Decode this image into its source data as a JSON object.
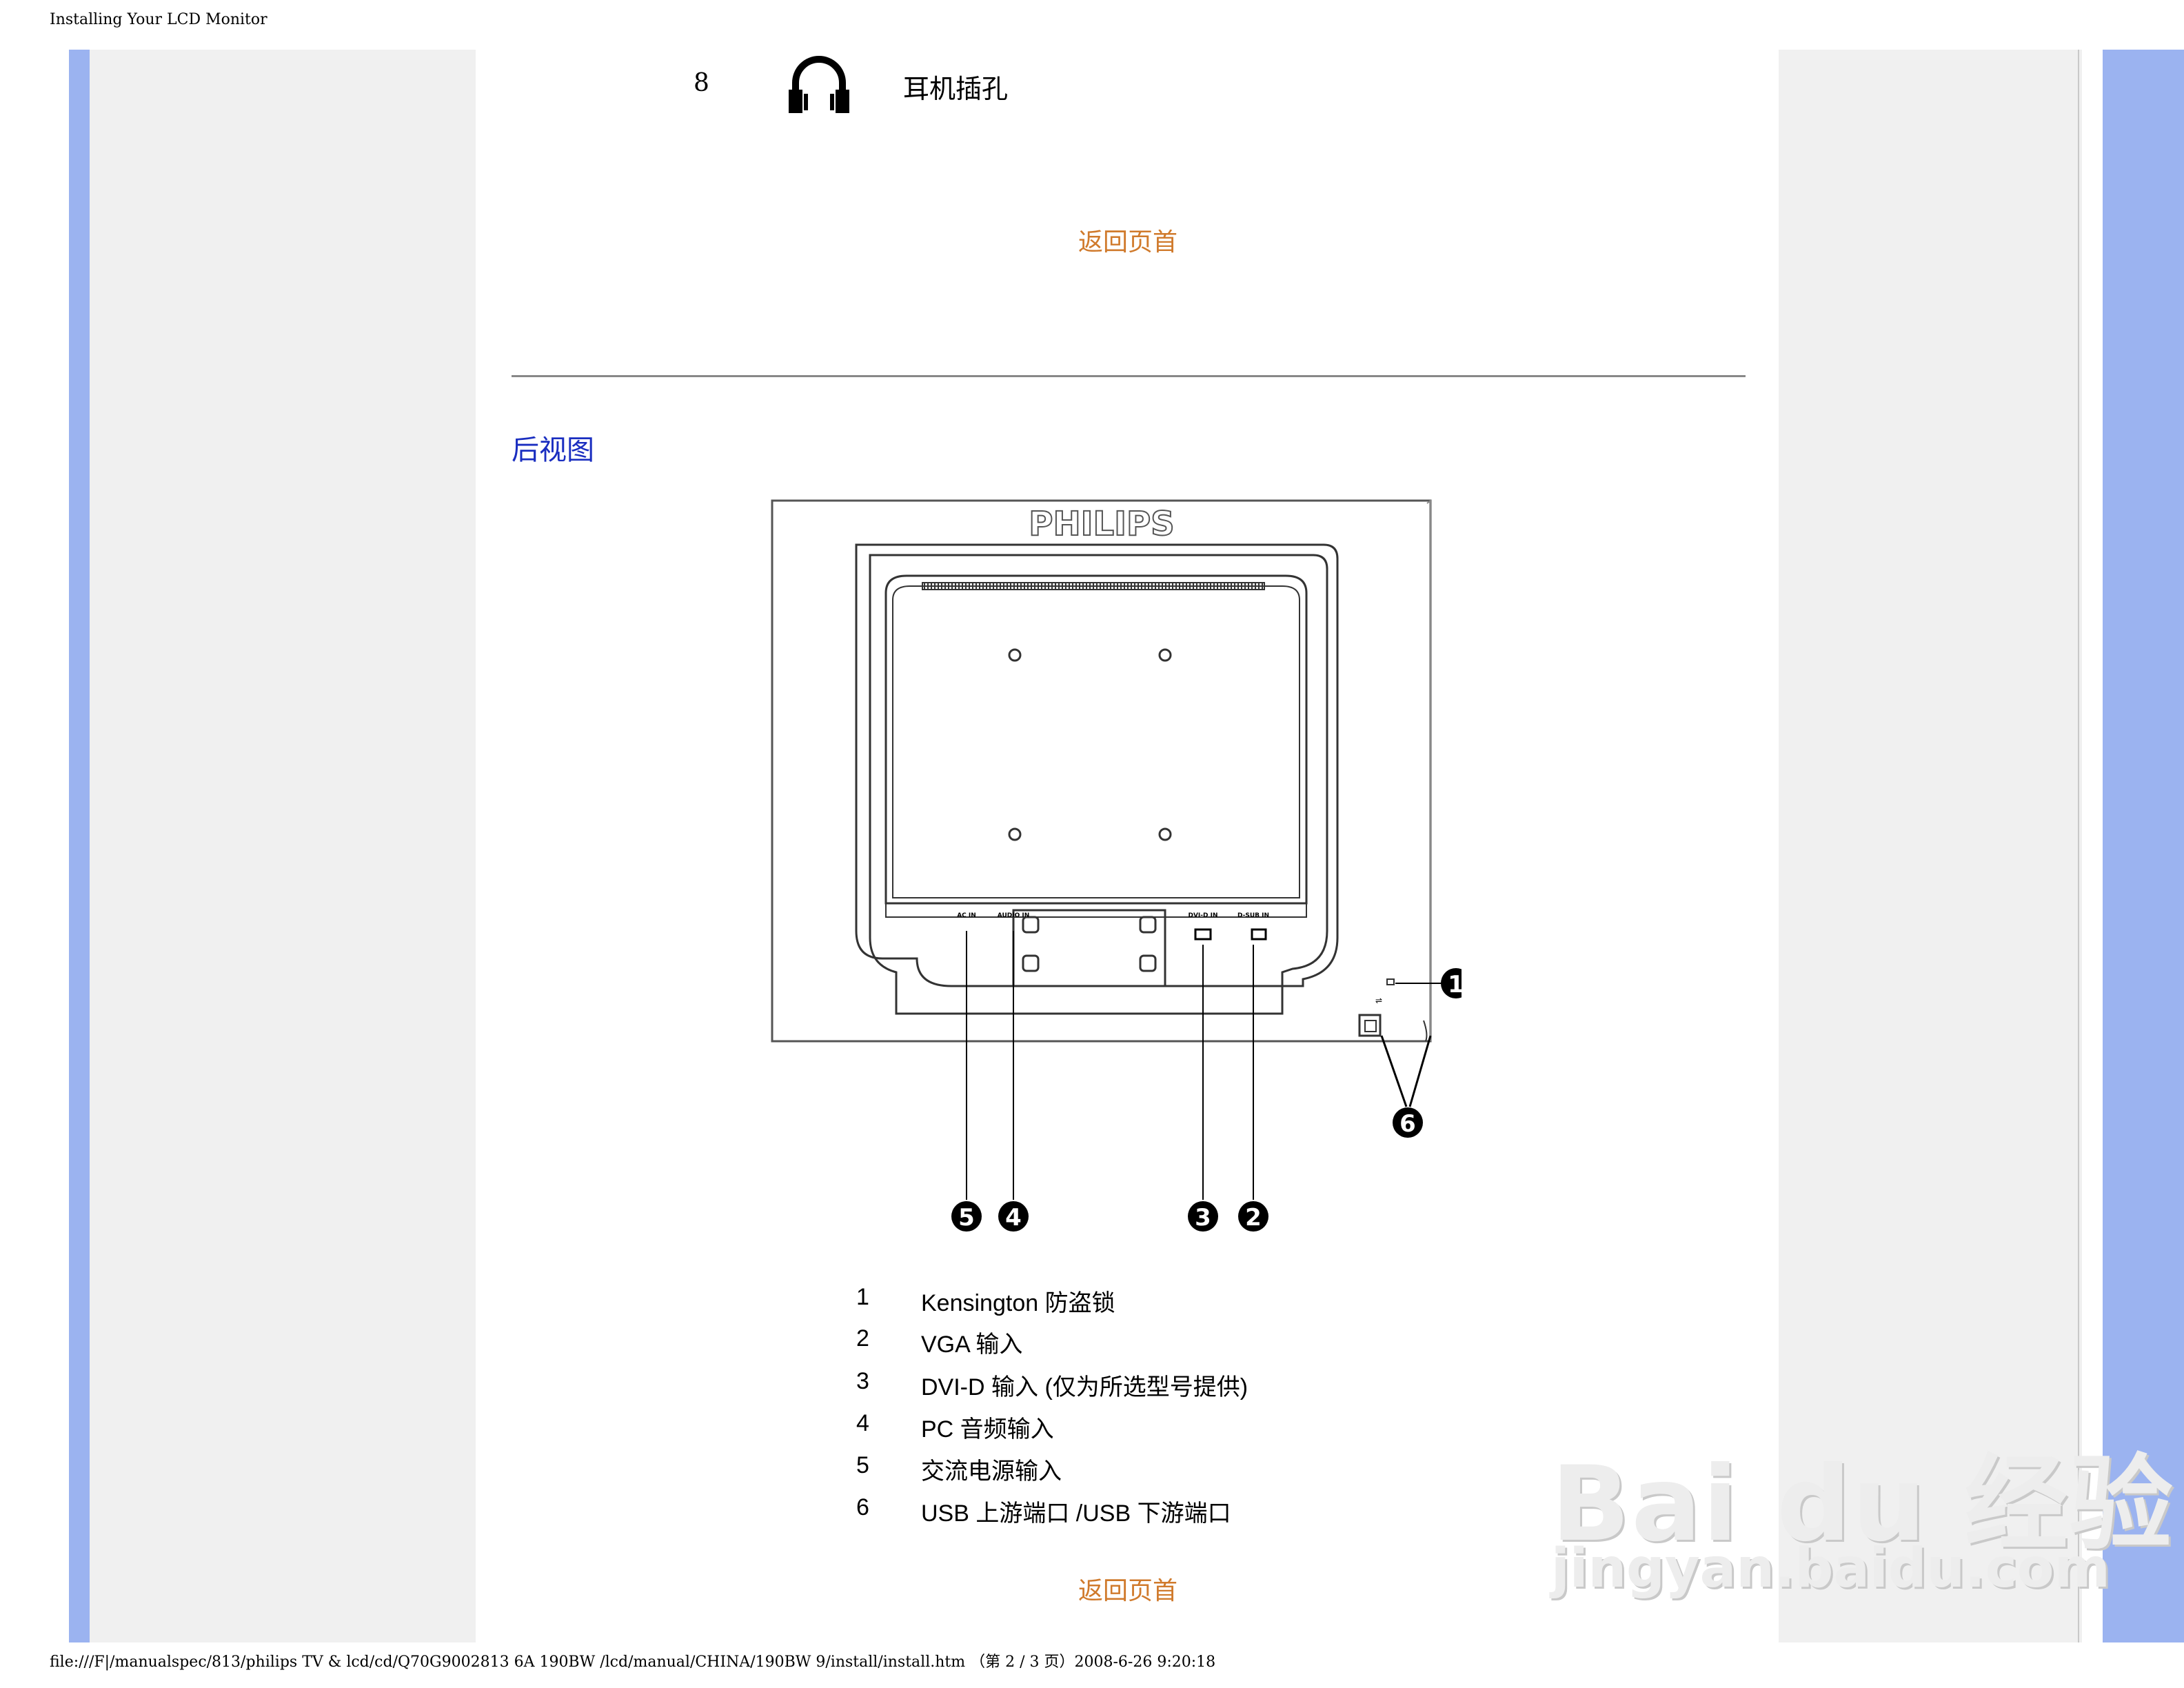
{
  "header": {
    "title": "Installing Your LCD Monitor"
  },
  "front_row": {
    "number": "8",
    "label": "耳机插孔",
    "icon": "headphone-icon"
  },
  "back_to_top": "返回页首",
  "section": {
    "title": "后视图"
  },
  "diagram": {
    "brand": "PHILIPS",
    "port_labels": {
      "ac_in": "AC IN",
      "audio_in": "AUDIO IN",
      "dvi": "DVI-D IN",
      "vga": "D-SUB IN"
    },
    "callouts": [
      "1",
      "2",
      "3",
      "4",
      "5",
      "6"
    ]
  },
  "legend": [
    {
      "num": "1",
      "text": "Kensington 防盗锁"
    },
    {
      "num": "2",
      "text": "VGA 输入"
    },
    {
      "num": "3",
      "text": "DVI-D 输入 (仅为所选型号提供)"
    },
    {
      "num": "4",
      "text": "PC 音频输入"
    },
    {
      "num": "5",
      "text": "交流电源输入"
    },
    {
      "num": "6",
      "text": "USB 上游端口 /USB 下游端口"
    }
  ],
  "footer": {
    "path": "file:///F|/manualspec/813/philips TV & lcd/cd/Q70G9002813 6A 190BW /lcd/manual/CHINA/190BW 9/install/install.htm （第 2 / 3 页）2008-6-26 9:20:18"
  },
  "watermark": {
    "main": "Bai du 经验",
    "sub": "jingyan.baidu.com"
  }
}
